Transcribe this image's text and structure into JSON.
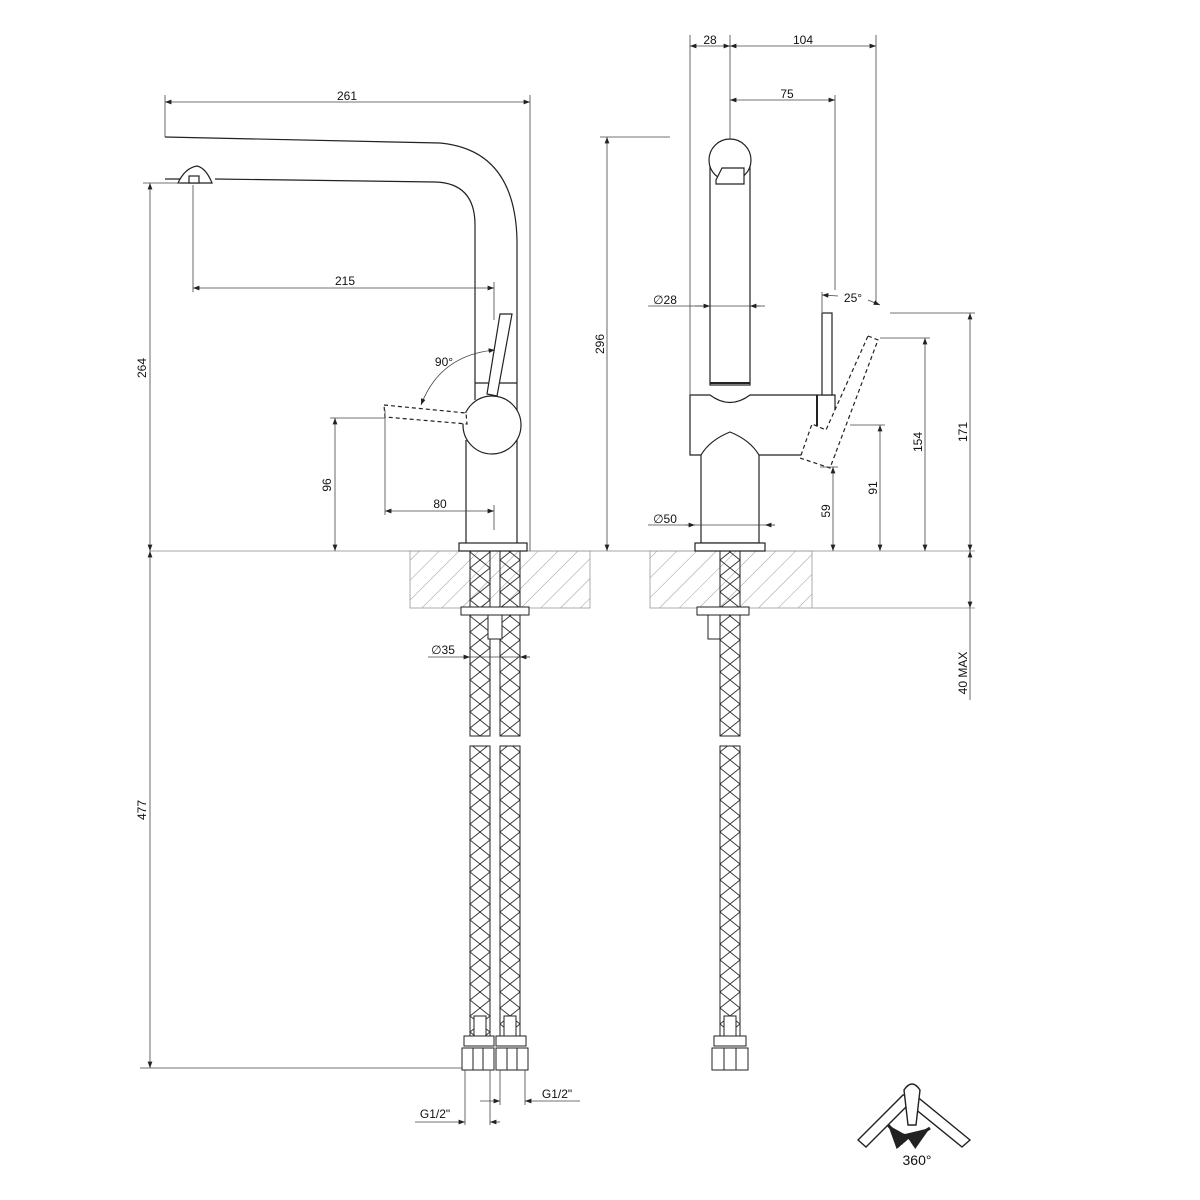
{
  "title": "Kitchen mixer tap dimension drawing",
  "side_view": {
    "dims": {
      "spout_reach_total": "261",
      "spout_reach": "215",
      "spout_height": "264",
      "hose_length": "477",
      "lever_height": "96",
      "lever_length": "80",
      "lever_rotation": "90°",
      "hose_diameter": "∅35",
      "connection_left": "G1/2\"",
      "connection_right": "G1/2\""
    }
  },
  "front_view": {
    "dims": {
      "width_left": "28",
      "width_right": "104",
      "lever_offset": "75",
      "total_height": "296",
      "spout_diameter": "∅28",
      "lever_angle": "25°",
      "lever_top_height": "171",
      "lever_tilted_height": "154",
      "body_height": "91",
      "lever_bottom_height": "59",
      "base_diameter": "∅50",
      "counter_thickness": "40 MAX"
    }
  },
  "swivel": {
    "angle": "360°"
  },
  "colors": {
    "line": "#222222",
    "dim": "#555555",
    "hatch": "#999999"
  }
}
